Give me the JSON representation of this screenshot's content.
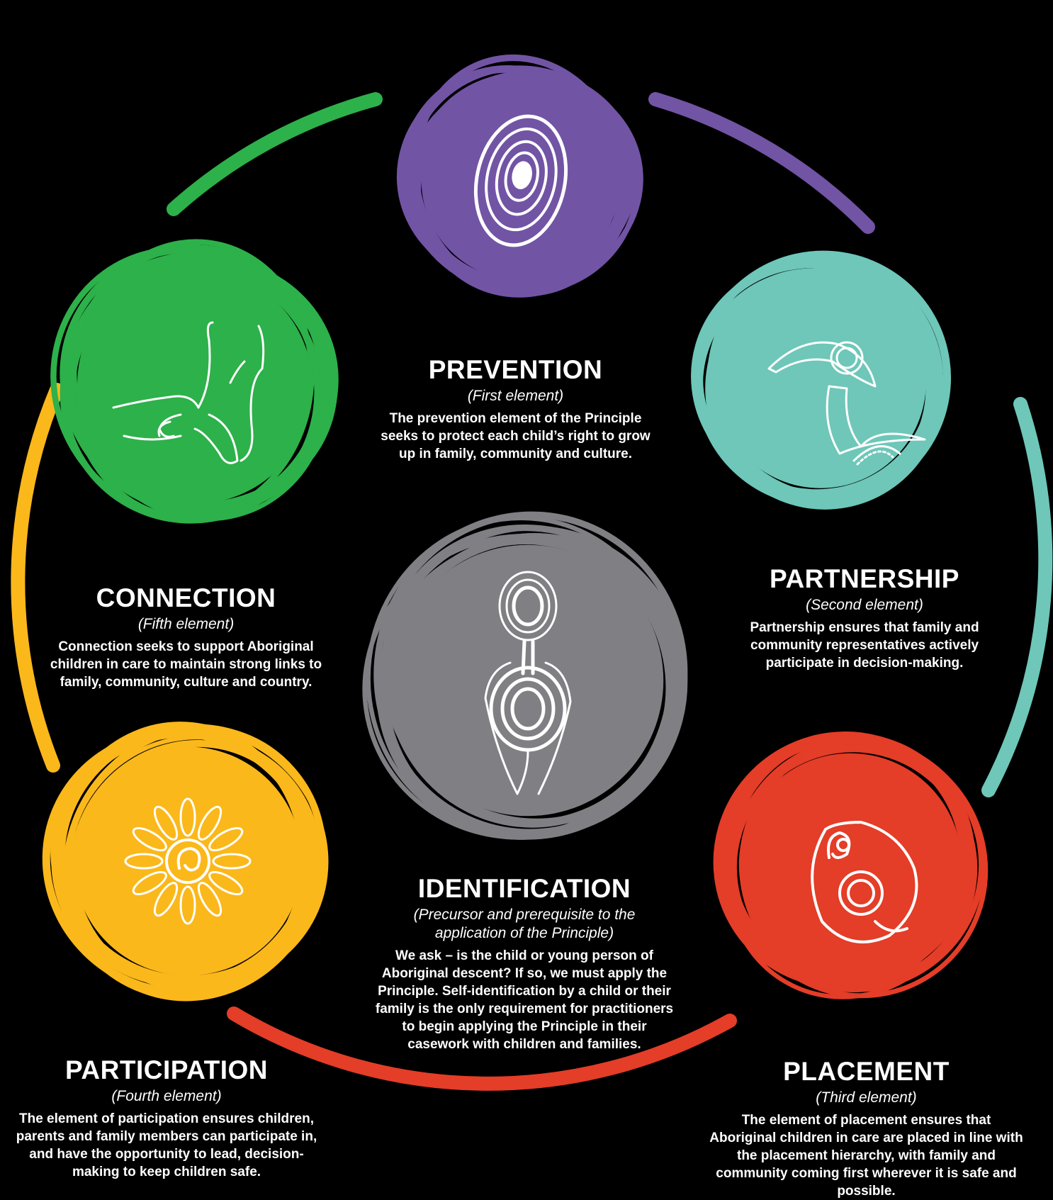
{
  "colors": {
    "prevention": "#7254a5",
    "partnership": "#6ec7b8",
    "placement": "#e43d28",
    "participation": "#fbb81b",
    "connection": "#2db14a",
    "identification": "#7f7f84",
    "background": "#000000"
  },
  "elements": {
    "prevention": {
      "title": "PREVENTION",
      "subtitle": "(First element)",
      "description": "The prevention element of the Principle seeks to protect each child’s right to grow up in family, community and culture.",
      "icon": "concentric-oval-icon"
    },
    "partnership": {
      "title": "PARTNERSHIP",
      "subtitle": "(Second element)",
      "description": "Partnership ensures that family and community representatives actively participate in decision-making.",
      "icon": "boomerang-icon"
    },
    "placement": {
      "title": "PLACEMENT",
      "subtitle": "(Third element)",
      "description": "The element of placement ensures that Aboriginal children in care are placed in line with the placement hierarchy, with family and community coming first wherever it is safe and possible.",
      "icon": "mother-child-icon"
    },
    "participation": {
      "title": "PARTICIPATION",
      "subtitle": "(Fourth element)",
      "description": "The element of participation ensures children, parents and family members can participate in, and have the opportunity to lead, decision-making to keep children safe.",
      "icon": "flower-sun-icon"
    },
    "connection": {
      "title": "CONNECTION",
      "subtitle": "(Fifth element)",
      "description": "Connection seeks to support Aboriginal children in care to maintain strong links to family, community, culture and country.",
      "icon": "holding-hands-icon"
    },
    "identification": {
      "title": "IDENTIFICATION",
      "subtitle": "(Precursor and prerequisite to the application of the Principle)",
      "description": "We ask – is the child or young person of Aboriginal descent? If so, we must apply the Principle. Self-identification by a child or their family is the only requirement for practitioners to begin applying the Principle in their casework with children and families.",
      "icon": "human-figure-icon"
    }
  }
}
